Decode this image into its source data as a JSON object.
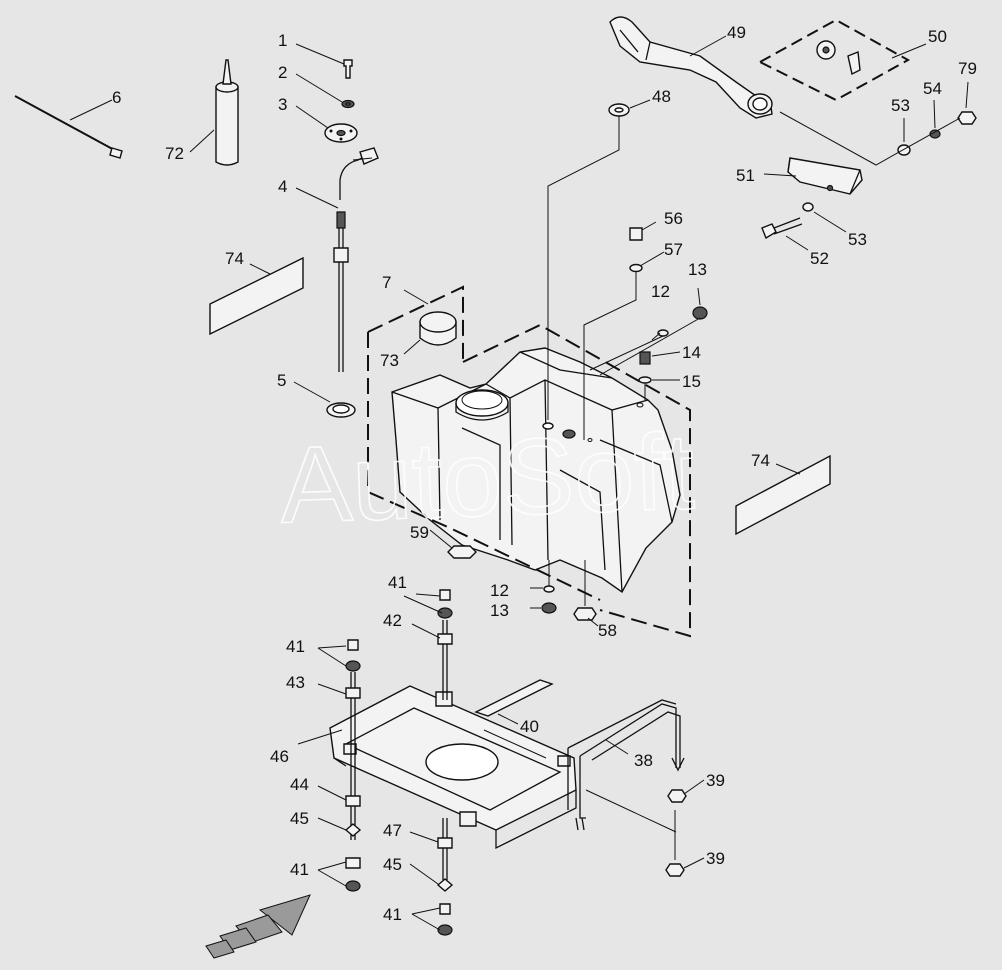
{
  "watermark": "AutoSoft",
  "callouts": [
    {
      "id": "c-1",
      "text": "1"
    },
    {
      "id": "c-2",
      "text": "2"
    },
    {
      "id": "c-3",
      "text": "3"
    },
    {
      "id": "c-4",
      "text": "4"
    },
    {
      "id": "c-5",
      "text": "5"
    },
    {
      "id": "c-6",
      "text": "6"
    },
    {
      "id": "c-7",
      "text": "7"
    },
    {
      "id": "c-12a",
      "text": "12"
    },
    {
      "id": "c-12b",
      "text": "12"
    },
    {
      "id": "c-13a",
      "text": "13"
    },
    {
      "id": "c-13b",
      "text": "13"
    },
    {
      "id": "c-14",
      "text": "14"
    },
    {
      "id": "c-15",
      "text": "15"
    },
    {
      "id": "c-38",
      "text": "38"
    },
    {
      "id": "c-39a",
      "text": "39"
    },
    {
      "id": "c-39b",
      "text": "39"
    },
    {
      "id": "c-40",
      "text": "40"
    },
    {
      "id": "c-41a",
      "text": "41"
    },
    {
      "id": "c-41b",
      "text": "41"
    },
    {
      "id": "c-41c",
      "text": "41"
    },
    {
      "id": "c-41d",
      "text": "41"
    },
    {
      "id": "c-42",
      "text": "42"
    },
    {
      "id": "c-43",
      "text": "43"
    },
    {
      "id": "c-44",
      "text": "44"
    },
    {
      "id": "c-45a",
      "text": "45"
    },
    {
      "id": "c-45b",
      "text": "45"
    },
    {
      "id": "c-46",
      "text": "46"
    },
    {
      "id": "c-47",
      "text": "47"
    },
    {
      "id": "c-48",
      "text": "48"
    },
    {
      "id": "c-49",
      "text": "49"
    },
    {
      "id": "c-50",
      "text": "50"
    },
    {
      "id": "c-51",
      "text": "51"
    },
    {
      "id": "c-52",
      "text": "52"
    },
    {
      "id": "c-53a",
      "text": "53"
    },
    {
      "id": "c-53b",
      "text": "53"
    },
    {
      "id": "c-54",
      "text": "54"
    },
    {
      "id": "c-56",
      "text": "56"
    },
    {
      "id": "c-57",
      "text": "57"
    },
    {
      "id": "c-58",
      "text": "58"
    },
    {
      "id": "c-59",
      "text": "59"
    },
    {
      "id": "c-72",
      "text": "72"
    },
    {
      "id": "c-73",
      "text": "73"
    },
    {
      "id": "c-74a",
      "text": "74"
    },
    {
      "id": "c-74b",
      "text": "74"
    },
    {
      "id": "c-79",
      "text": "79"
    }
  ]
}
